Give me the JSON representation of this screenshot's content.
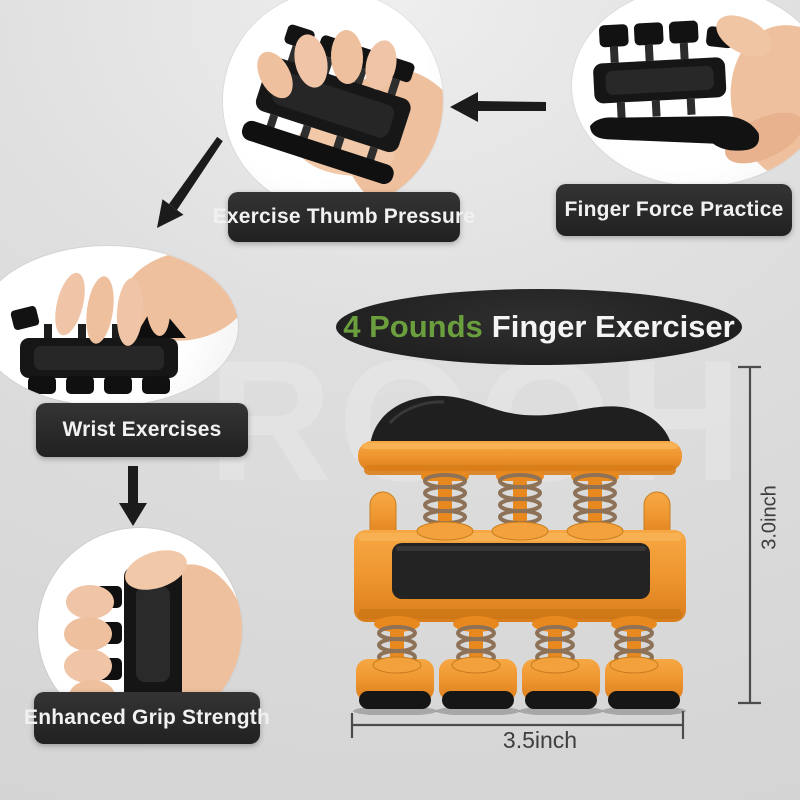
{
  "title_banner": {
    "highlight": "4 Pounds",
    "rest": "Finger Exerciser",
    "highlight_color": "#6b9f3e",
    "text_color": "#f4f4f4",
    "bg_color": "#232323"
  },
  "callouts": {
    "thumb_pressure": {
      "label": "Exercise Thumb Pressure"
    },
    "finger_force": {
      "label": "Finger Force Practice"
    },
    "wrist": {
      "label": "Wrist Exercises"
    },
    "grip_strength": {
      "label": "Enhanced Grip Strength"
    }
  },
  "dimensions": {
    "height_label": "3.0inch",
    "width_label": "3.5inch"
  },
  "watermark": {
    "text": "ROOH"
  },
  "colors": {
    "background": "#d9d9d9",
    "product_orange": "#ef9630",
    "product_orange_dark": "#d97d1a",
    "product_black": "#222222",
    "spring_metal": "#8d7258",
    "label_bg": "#2a2a2a",
    "dimension_line": "#4c4c4c"
  }
}
